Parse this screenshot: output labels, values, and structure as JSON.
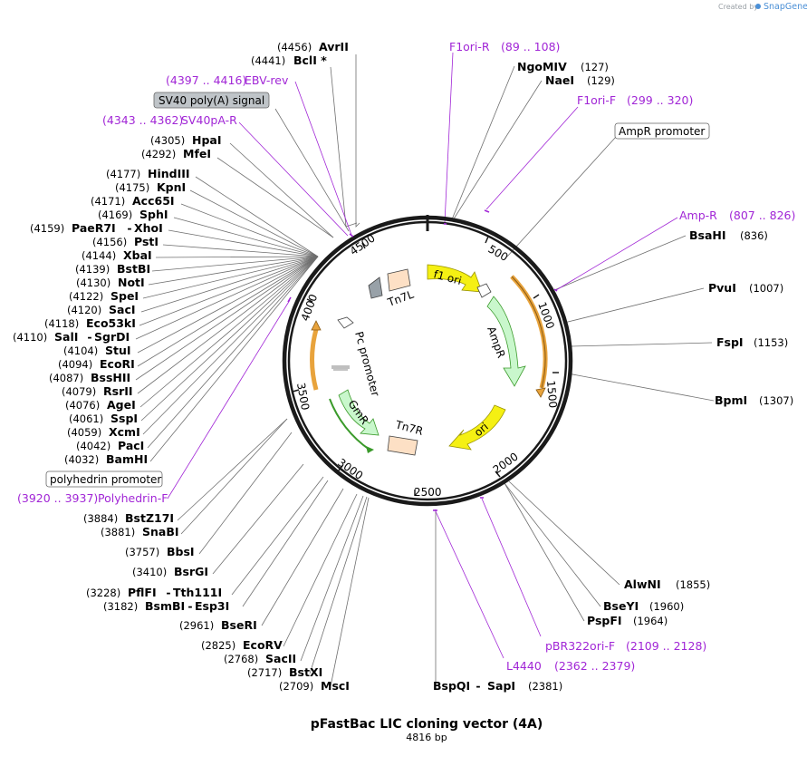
{
  "credit": {
    "text": "Created by",
    "brand": "SnapGene"
  },
  "map": {
    "title": "pFastBac LIC cloning vector (4A)",
    "subtitle": "4816 bp"
  },
  "ticks": [
    "500",
    "1000",
    "1500",
    "2000",
    "2500",
    "3000",
    "3500",
    "4000",
    "4500"
  ],
  "features": {
    "f1ori": "f1 ori",
    "ampr": "AmpR",
    "ori": "ori",
    "tn7r": "Tn7R",
    "gmr": "GmR",
    "pc_promoter": "Pc promoter",
    "tn7l": "Tn7L"
  },
  "box_features": {
    "sv40": "SV40 poly(A) signal",
    "ampr_promoter": "AmpR promoter",
    "polyhedrin": "polyhedrin promoter"
  },
  "primers": {
    "f1ori_r": {
      "name": "F1ori-R",
      "range": "(89 .. 108)"
    },
    "f1ori_f": {
      "name": "F1ori-F",
      "range": "(299 .. 320)"
    },
    "amp_r": {
      "name": "Amp-R",
      "range": "(807 .. 826)"
    },
    "pbr322": {
      "name": "pBR322ori-F",
      "range": "(2109 .. 2128)"
    },
    "l4440": {
      "name": "L4440",
      "range": "(2362 .. 2379)"
    },
    "polyhedrin_f": {
      "name": "Polyhedrin-F",
      "range": "(3920 .. 3937)"
    },
    "ebv_rev": {
      "name": "EBV-rev",
      "range": "(4397 .. 4416)"
    },
    "sv40pa_r": {
      "name": "SV40pA-R",
      "range": "(4343 .. 4362)"
    }
  },
  "enzymes": {
    "avrii": {
      "name": "AvrII",
      "pos": "(4456)"
    },
    "bcli": {
      "name": "BclI *",
      "pos": "(4441)"
    },
    "ngomiv": {
      "name": "NgoMIV",
      "pos": "(127)"
    },
    "naei": {
      "name": "NaeI",
      "pos": "(129)"
    },
    "bsahi": {
      "name": "BsaHI",
      "pos": "(836)"
    },
    "pvui": {
      "name": "PvuI",
      "pos": "(1007)"
    },
    "fspi": {
      "name": "FspI",
      "pos": "(1153)"
    },
    "bpmi": {
      "name": "BpmI",
      "pos": "(1307)"
    },
    "alwni": {
      "name": "AlwNI",
      "pos": "(1855)"
    },
    "bseyi": {
      "name": "BseYI",
      "pos": "(1960)"
    },
    "pspfi": {
      "name": "PspFI",
      "pos": "(1964)"
    },
    "bspqi": {
      "name": "BspQI",
      "name2": "SapI",
      "pos": "(2381)"
    },
    "msci": {
      "name": "MscI",
      "pos": "(2709)"
    },
    "bstxi": {
      "name": "BstXI",
      "pos": "(2717)"
    },
    "sacii": {
      "name": "SacII",
      "pos": "(2768)"
    },
    "ecorv": {
      "name": "EcoRV",
      "pos": "(2825)"
    },
    "bseri": {
      "name": "BseRI",
      "pos": "(2961)"
    },
    "bsmbi": {
      "name": "BsmBI",
      "name2": "Esp3I",
      "pos": "(3182)"
    },
    "pflfi": {
      "name": "PflFI",
      "name2": "Tth111I",
      "pos": "(3228)"
    },
    "bsrgi": {
      "name": "BsrGI",
      "pos": "(3410)"
    },
    "bbsi": {
      "name": "BbsI",
      "pos": "(3757)"
    },
    "snabi": {
      "name": "SnaBI",
      "pos": "(3881)"
    },
    "bstz17i": {
      "name": "BstZ17I",
      "pos": "(3884)"
    },
    "bamhi": {
      "name": "BamHI",
      "pos": "(4032)"
    },
    "paci": {
      "name": "PacI",
      "pos": "(4042)"
    },
    "xcmi": {
      "name": "XcmI",
      "pos": "(4059)"
    },
    "sspi": {
      "name": "SspI",
      "pos": "(4061)"
    },
    "agei": {
      "name": "AgeI",
      "pos": "(4076)"
    },
    "rsrii": {
      "name": "RsrII",
      "pos": "(4079)"
    },
    "bsshii": {
      "name": "BssHII",
      "pos": "(4087)"
    },
    "ecori": {
      "name": "EcoRI",
      "pos": "(4094)"
    },
    "stui": {
      "name": "StuI",
      "pos": "(4104)"
    },
    "sali": {
      "name": "SalI",
      "name2": "SgrDI",
      "pos": "(4110)"
    },
    "eco53ki": {
      "name": "Eco53kI",
      "pos": "(4118)"
    },
    "saci": {
      "name": "SacI",
      "pos": "(4120)"
    },
    "spei": {
      "name": "SpeI",
      "pos": "(4122)"
    },
    "noti": {
      "name": "NotI",
      "pos": "(4130)"
    },
    "bstbi": {
      "name": "BstBI",
      "pos": "(4139)"
    },
    "xbai": {
      "name": "XbaI",
      "pos": "(4144)"
    },
    "psti": {
      "name": "PstI",
      "pos": "(4156)"
    },
    "paer7i": {
      "name": "PaeR7I",
      "name2": "XhoI",
      "pos": "(4159)"
    },
    "sphi": {
      "name": "SphI",
      "pos": "(4169)"
    },
    "acc65i": {
      "name": "Acc65I",
      "pos": "(4171)"
    },
    "kpni": {
      "name": "KpnI",
      "pos": "(4175)"
    },
    "hindiii": {
      "name": "HindIII",
      "pos": "(4177)"
    },
    "mfei": {
      "name": "MfeI",
      "pos": "(4292)"
    },
    "hpai": {
      "name": "HpaI",
      "pos": "(4305)"
    }
  },
  "colors": {
    "primer": "#a126d6",
    "orange": "#e8a33c",
    "f1ori": "#f5f013",
    "ampr": "#c9f7cc",
    "tn7": "#fde0c5",
    "gray": "#98a1a8"
  }
}
